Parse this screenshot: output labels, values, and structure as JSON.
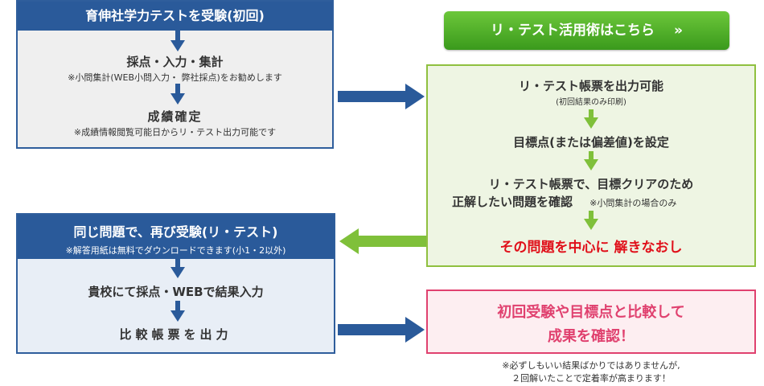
{
  "box1": {
    "header": "育伸社学力テストを受験(初回)",
    "step1_title": "採点・入力・集計",
    "step1_note": "※小問集計(WEB小問入力・ 弊社採点)をお勧めします",
    "step2_title": "成績確定",
    "step2_note": "※成績情報閲覧可能日からリ・テスト出力可能です"
  },
  "button": {
    "label": "リ・テスト活用術はこちら",
    "chevron": "»"
  },
  "box2": {
    "step1_title": "リ・テスト帳票を出力可能",
    "step1_note": "(初回結果のみ印刷)",
    "step2_title": "目標点(または偏差値)を設定",
    "step3_title_line1": "リ・テスト帳票で、目標クリアのため",
    "step3_title_line2": "正解したい問題を確認",
    "step3_note": "※小問集計の場合のみ",
    "final": "その問題を中心に 解きなおし"
  },
  "box3": {
    "header": "同じ問題で、再び受験(リ・テスト)",
    "header_note": "※解答用紙は無料でダウンロードできます(小1・2以外)",
    "step1_title": "貴校にて採点・WEBで結果入力",
    "step2_title": "比較帳票を出力"
  },
  "box4": {
    "line1": "初回受験や目標点と比較して",
    "line2": "成果を確認！"
  },
  "footnote": {
    "line1": "※必ずしもいい結果ばかりではありませんが,",
    "line2": "２回解いたことで定着率が高まります！"
  },
  "colors": {
    "blue": "#2a5a9a",
    "green": "#8fc03f",
    "pink": "#e0416f",
    "red": "#e0101a"
  }
}
